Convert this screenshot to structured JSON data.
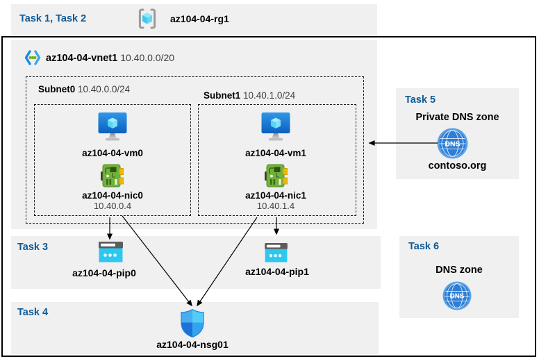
{
  "colors": {
    "panel_bg": "#f0f0f0",
    "task_label_blue": "#0e5a96",
    "muted_text": "#3d3d3d",
    "border_black": "#000000"
  },
  "top_band": {
    "task_label": "Task 1, Task 2",
    "resource_group": {
      "name": "az104-04-rg1"
    }
  },
  "vnet": {
    "name": "az104-04-vnet1",
    "cidr": "10.40.0.0/20",
    "subnets": [
      {
        "label": "Subnet0",
        "cidr": "10.40.0.0/24",
        "vm": {
          "name": "az104-04-vm0"
        },
        "nic": {
          "name": "az104-04-nic0",
          "ip": "10.40.0.4"
        }
      },
      {
        "label": "Subnet1",
        "cidr": "10.40.1.0/24",
        "vm": {
          "name": "az104-04-vm1"
        },
        "nic": {
          "name": "az104-04-nic1",
          "ip": "10.40.1.4"
        }
      }
    ]
  },
  "task3": {
    "label": "Task 3",
    "pips": [
      {
        "name": "az104-04-pip0"
      },
      {
        "name": "az104-04-pip1"
      }
    ]
  },
  "task4": {
    "label": "Task 4",
    "nsg": {
      "name": "az104-04-nsg01"
    }
  },
  "task5": {
    "label": "Task 5",
    "title": "Private DNS zone",
    "zone_name": "contoso.org",
    "icon_text": "DNS"
  },
  "task6": {
    "label": "Task 6",
    "title": "DNS zone",
    "icon_text": "DNS"
  },
  "connections": [
    {
      "from": "az104-04-nic0",
      "to": "az104-04-pip0"
    },
    {
      "from": "az104-04-nic0",
      "to": "az104-04-nsg01"
    },
    {
      "from": "az104-04-nic1",
      "to": "az104-04-pip1"
    },
    {
      "from": "az104-04-nic1",
      "to": "az104-04-nsg01"
    },
    {
      "from": "contoso.org",
      "to": "az104-04-vnet1"
    }
  ]
}
